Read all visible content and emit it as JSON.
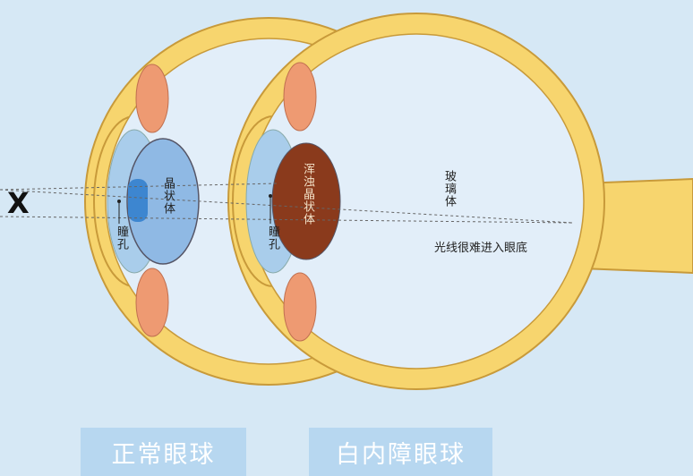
{
  "marker": "X",
  "normal_eye": {
    "lens_label": "晶状体",
    "pupil_label": "瞳孔",
    "caption": "正常眼球"
  },
  "cataract_eye": {
    "lens_label": "浑浊晶状体",
    "pupil_label": "瞳孔",
    "vitreous_label": "玻璃体",
    "note": "光线很难进入眼底",
    "caption": "白内障眼球"
  },
  "colors": {
    "sclera": "#f7d56e",
    "sclera_outline": "#c89a3a",
    "interior": "#e2eef9",
    "normal_lens": "#8fb9e4",
    "cataract_lens": "#8a3a1c",
    "muscle": "#ee9a72",
    "background": "#d6e8f5"
  }
}
